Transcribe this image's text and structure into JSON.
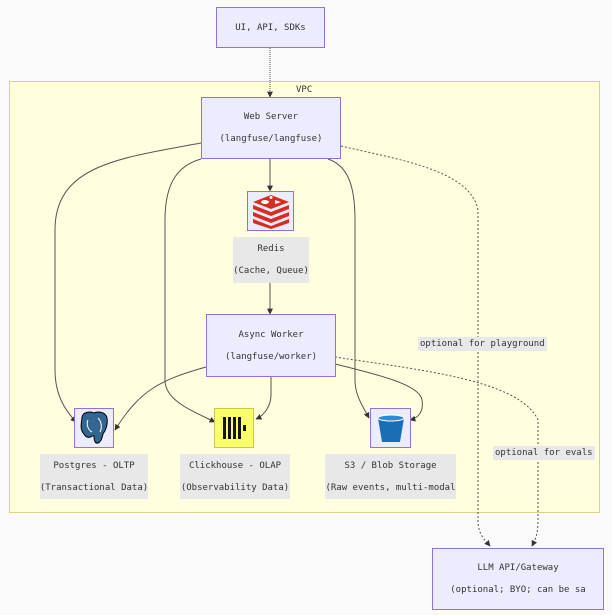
{
  "diagram": {
    "group": {
      "label": "VPC"
    },
    "nodes": {
      "clients": {
        "line1": "UI, API, SDKs"
      },
      "web": {
        "line1": "Web Server",
        "line2": "(langfuse/langfuse)"
      },
      "redis": {
        "line1": "Redis",
        "line2": "(Cache, Queue)",
        "icon": "redis-icon"
      },
      "worker": {
        "line1": "Async Worker",
        "line2": "(langfuse/worker)"
      },
      "postgres": {
        "line1": "Postgres - OLTP",
        "line2": "(Transactional Data)",
        "icon": "postgres-elephant-icon"
      },
      "clickhouse": {
        "line1": "Clickhouse - OLAP",
        "line2": "(Observability Data)",
        "icon": "clickhouse-icon"
      },
      "s3": {
        "line1": "S3 / Blob Storage",
        "line2": "(Raw events, multi-modal",
        "icon": "bucket-icon"
      },
      "llm": {
        "line1": "LLM API/Gateway",
        "line2": "(optional; BYO; can be sa"
      }
    },
    "edge_labels": {
      "playground": "optional for playground",
      "evals": "optional for evals"
    },
    "colors": {
      "node_fill": "#ececff",
      "node_border": "#9370db",
      "group_fill": "#fffede",
      "group_border": "#d6d48a",
      "label_fill": "#e8e8e8",
      "redis": "#d82c20",
      "postgres": "#336791",
      "clickhouse": "#faff69",
      "s3": "#1a6eb5"
    }
  }
}
